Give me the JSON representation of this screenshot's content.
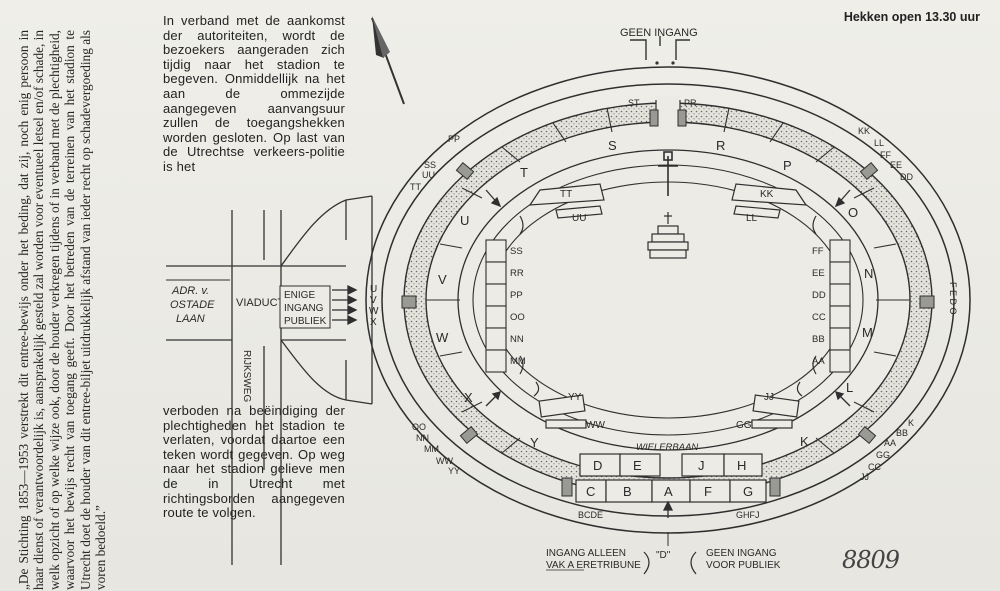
{
  "left_vertical_text": "„De Stichting 1853—1953 verstrekt dit entree-bewijs onder het beding, dat zij, noch enig persoon in haar dienst of verantwoordelijk is, aansprakelijk gesteld zal worden voor eventueel letsel en/of schade, in welk opzicht of op welke wijze ook, door de houder verkregen tijdens of in verband met de plechtigheid, waarvoor het bewijs recht van toegang geeft. Door het betreden van de terreinen van het stadion te Utrecht doet de houder van dit entree-biljet uitdrukkelijk afstand van ieder recht op schadevergoeding als voren bedoeld.”",
  "text_top": "In verband met de aankomst der autoriteiten, wordt de bezoekers aangeraden zich tijdig naar het stadion te begeven. Onmiddellijk na het aan de ommezijde aangegeven aanvangsuur zullen de toegangshekken worden gesloten. Op last van de Utrechtse verkeers-politie is het",
  "text_bottom": "verboden na beëindiging der plechtigheden het stadion te verlaten, voordat daartoe een teken wordt gegeven. Op weg naar het stadion gelieve men de in Utrecht met richtingsborden aangegeven route te volgen.",
  "hekken": "Hekken open 13.30 uur",
  "geen_ingang_top": "GEEN INGANG",
  "road": {
    "adr": "ADR. v.",
    "ostade": "OSTADE",
    "laan": "LAAN",
    "viaduct": "VIADUCT",
    "rijksweg": "RIJKSWEG",
    "enige": "ENIGE",
    "ingang": "INGANG",
    "publiek": "PUBLIEK",
    "gate_letters": [
      "U",
      "V",
      "W",
      "X"
    ]
  },
  "sections": {
    "S": "S",
    "R": "R",
    "P": "P",
    "T": "T",
    "O": "O",
    "U": "U",
    "N": "N",
    "V": "V",
    "M": "M",
    "W": "W",
    "L": "L",
    "X": "X",
    "K": "K",
    "Y": "Y",
    "D": "D",
    "E": "E",
    "J": "J",
    "H": "H",
    "C": "C",
    "B": "B",
    "A": "A",
    "F": "F",
    "G": "G"
  },
  "stands": {
    "TT": "TT",
    "UU": "UU",
    "KK": "KK",
    "LL": "LL",
    "YY": "YY",
    "WW": "WW",
    "JJ": "JJ",
    "GG": "GG"
  },
  "left_rows": [
    "SS",
    "RR",
    "PP",
    "OO",
    "NN",
    "MM"
  ],
  "right_rows": [
    "FF",
    "EE",
    "DD",
    "CC",
    "BB",
    "AA"
  ],
  "entrances": {
    "st": "ST",
    "pr": "PR",
    "bcde": "BCDE",
    "ghfj": "GHFJ",
    "pp_left": "PP",
    "ss_left": "SS",
    "tt_left": "TT",
    "uu_left": "UU",
    "kk_right": "KK",
    "ll_right": "LL",
    "ff_right": "FF",
    "ee_right": "EE",
    "dd_right": "DD",
    "oo_left": "OO",
    "nn_left": "NN",
    "mm_left": "MM",
    "ww_left": "WW",
    "yy_left": "YY",
    "gg_right": "GG",
    "cc_right": "CC",
    "jj_right": "JJ",
    "aa_right": "AA",
    "bb_right": "BB",
    "k_right": "K",
    "right_gate": "F E D O"
  },
  "wielerbaan": "WIELERBAAN",
  "bottom": {
    "ingang_alleen": "INGANG ALLEEN",
    "vak_a": "VAK A ERETRIBUNE",
    "d_label": "\"D\"",
    "geen_ingang": "GEEN INGANG",
    "voor_publiek": "VOOR PUBLIEK"
  },
  "signature": "8809"
}
